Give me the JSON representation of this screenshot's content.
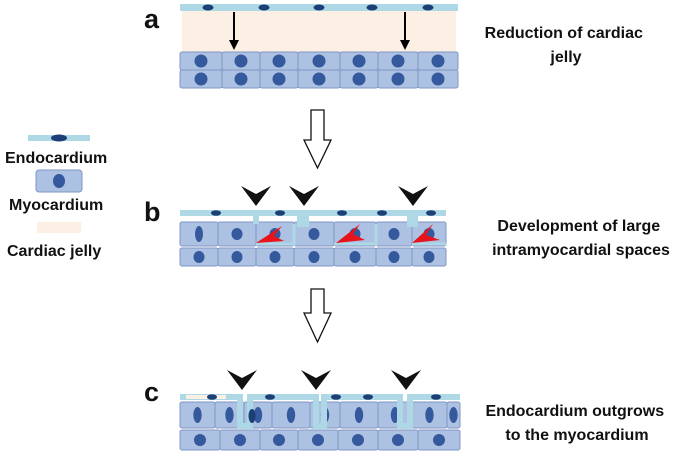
{
  "panels": [
    {
      "letter": "a",
      "caption_lines": [
        "Reduction of cardiac",
        "jelly"
      ]
    },
    {
      "letter": "b",
      "caption_lines": [
        "Development of large",
        "intramyocardial spaces"
      ]
    },
    {
      "letter": "c",
      "caption_lines": [
        "Endocardium outgrows",
        "to the myocardium"
      ]
    }
  ],
  "legend": [
    {
      "label": "Endocardium",
      "symbol": "endocardium-symbol"
    },
    {
      "label": "Myocardium",
      "symbol": "myocardium-symbol"
    },
    {
      "label": "Cardiac jelly",
      "symbol": "cardiac-jelly-symbol"
    }
  ],
  "colors": {
    "endocardium": "#aed8e6",
    "endocardium_nucleus": "#1d3f75",
    "myocardium_cell": "#adc1e3",
    "myocardium_border": "#7f96c4",
    "myocardium_nucleus": "#34599c",
    "cardiac_jelly": "#fcefe4",
    "red_arrowhead": "#e8141b",
    "black_arrowhead": "#111111"
  }
}
